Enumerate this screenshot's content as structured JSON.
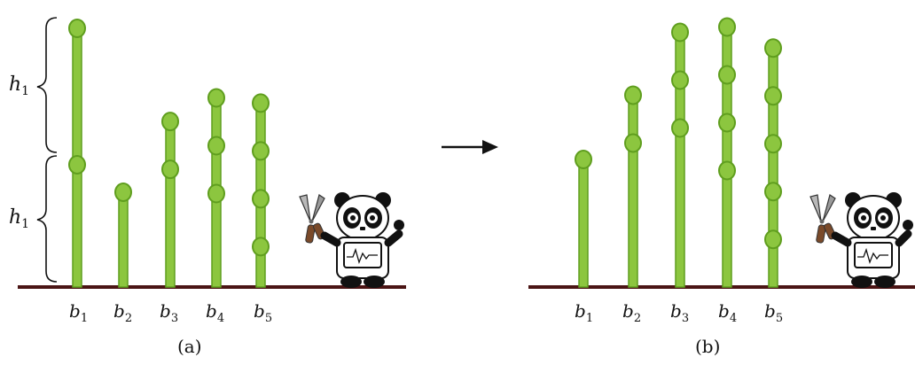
{
  "panels": [
    {
      "id": "a",
      "caption": "(a)",
      "height_label": "h",
      "height_subscript": "1",
      "stalk_labels": [
        {
          "base": "b",
          "sub": "1"
        },
        {
          "base": "b",
          "sub": "2"
        },
        {
          "base": "b",
          "sub": "3"
        },
        {
          "base": "b",
          "sub": "4"
        },
        {
          "base": "b",
          "sub": "5"
        }
      ],
      "bamboo": [
        {
          "name": "b1",
          "height_units": 2.0,
          "nodes": 2
        },
        {
          "name": "b2",
          "height_units": 0.75,
          "nodes": 1
        },
        {
          "name": "b3",
          "height_units": 1.29,
          "nodes": 2
        },
        {
          "name": "b4",
          "height_units": 1.47,
          "nodes": 3
        },
        {
          "name": "b5",
          "height_units": 1.43,
          "nodes": 4
        }
      ],
      "tool": "pruning-shears",
      "character": "robot-panda"
    },
    {
      "id": "b",
      "caption": "(b)",
      "stalk_labels": [
        {
          "base": "b",
          "sub": "1"
        },
        {
          "base": "b",
          "sub": "2"
        },
        {
          "base": "b",
          "sub": "3"
        },
        {
          "base": "b",
          "sub": "4"
        },
        {
          "base": "b",
          "sub": "5"
        }
      ],
      "bamboo": [
        {
          "name": "b1",
          "height_units": 1.0,
          "nodes": 1
        },
        {
          "name": "b2",
          "height_units": 1.49,
          "nodes": 2
        },
        {
          "name": "b3",
          "height_units": 1.97,
          "nodes": 3
        },
        {
          "name": "b4",
          "height_units": 2.01,
          "nodes": 4
        },
        {
          "name": "b5",
          "height_units": 1.85,
          "nodes": 5
        }
      ],
      "tool": "pruning-shears",
      "character": "robot-panda"
    }
  ],
  "arrow": "right-arrow",
  "colors": {
    "bamboo_fill": "#8cc63f",
    "bamboo_edge": "#5f9e1e",
    "ground": "#4a1414",
    "ink": "#111111"
  }
}
